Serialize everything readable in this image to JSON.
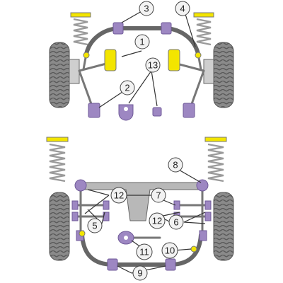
{
  "callouts": [
    "1",
    "2",
    "3",
    "4",
    "5",
    "6",
    "7",
    "8",
    "9",
    "10",
    "11",
    "12",
    "13"
  ],
  "colors": {
    "bush_purple": "#9d87c2",
    "bush_purple_dark": "#6f5a98",
    "bush_yellow": "#f3e500",
    "spring_grey": "#a8a8a8",
    "tyre_grey": "#7a7a7a",
    "frame_grey": "#b8b8b8",
    "outline": "#555555"
  },
  "icons": [
    "front-suspension-assembly",
    "rear-suspension-assembly"
  ]
}
